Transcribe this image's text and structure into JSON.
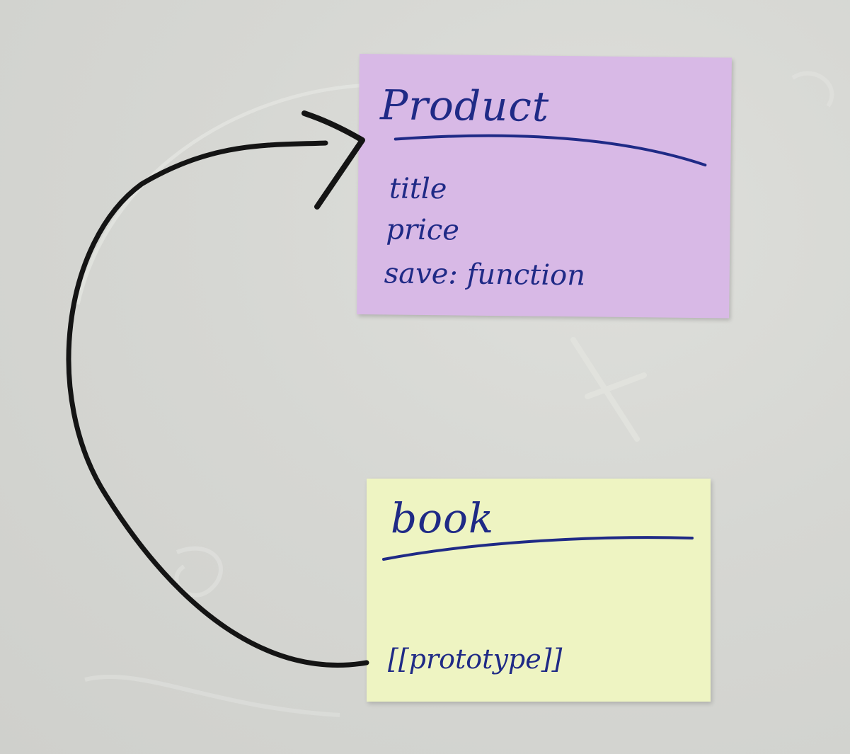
{
  "colors": {
    "wall": "#d4d5d1",
    "product_note": "#d8b9e6",
    "book_note": "#eef4c2",
    "ink": "#1f2a86",
    "arrow": "#141414"
  },
  "product_note": {
    "title": "Product",
    "fields": [
      "title",
      "price",
      "save: function"
    ]
  },
  "book_note": {
    "title": "book",
    "field": "[[prototype]]"
  }
}
